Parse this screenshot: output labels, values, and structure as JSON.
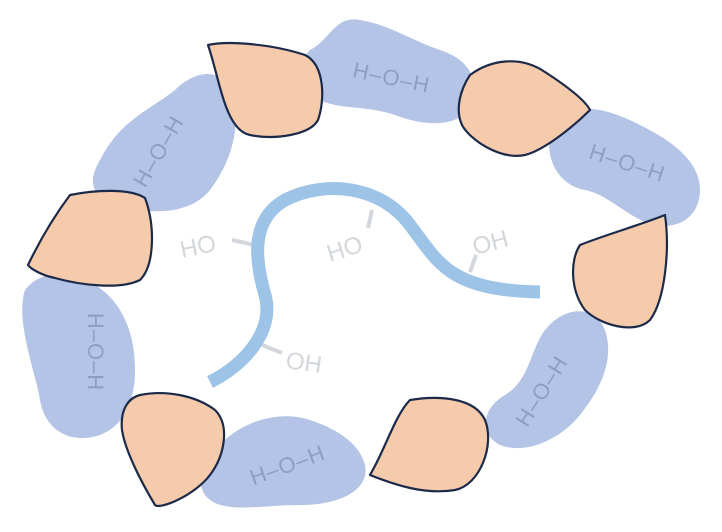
{
  "water_label": "H–O–H",
  "water": [
    {
      "label": "H–O–H"
    },
    {
      "label": "H–O–H"
    },
    {
      "label": "H–O–H"
    },
    {
      "label": "H–O–H"
    },
    {
      "label": "H–O–H"
    },
    {
      "label": "H–O–H"
    }
  ],
  "polymer_groups": [
    {
      "label": "HO"
    },
    {
      "label": "HO"
    },
    {
      "label": "OH"
    },
    {
      "label": "OH"
    }
  ],
  "colors": {
    "water": "#b4c4e6",
    "particle": "#f6cbac",
    "outline": "#1c2a4a",
    "polymer": "#9dc3e6",
    "hydroxyl": "#d3d7db"
  }
}
